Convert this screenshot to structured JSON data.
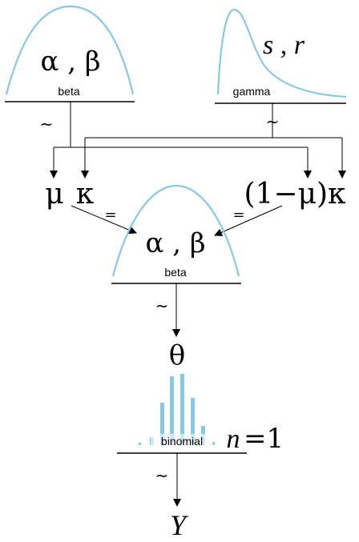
{
  "top_left_prior": {
    "params": "α , β",
    "dist": "beta",
    "relation": "~"
  },
  "top_right_prior": {
    "params": "s , r",
    "dist": "gamma",
    "relation": "~"
  },
  "reparam": {
    "left_mu": "μ",
    "left_kappa": "κ",
    "left_eq": "=",
    "right_expr": "(1−μ)κ",
    "right_eq": "="
  },
  "middle_prior": {
    "params": "α , β",
    "dist": "beta",
    "relation": "~"
  },
  "theta": "θ",
  "likelihood": {
    "dist": "binomial",
    "n_label": "n",
    "n_eq": "=1",
    "relation": "~"
  },
  "outcome": "Y",
  "colors": {
    "curve": "#87c8e6",
    "line": "#000000"
  }
}
